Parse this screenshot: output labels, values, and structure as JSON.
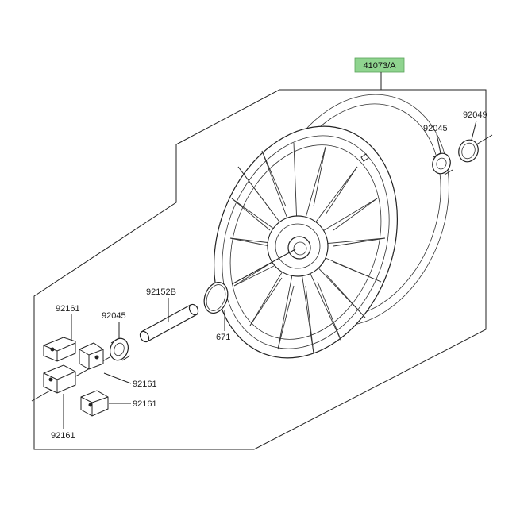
{
  "diagram": {
    "reference_tag": {
      "text": "41073/A",
      "color": "#8fd48f"
    },
    "parts": [
      {
        "id": "p92049",
        "label": "92049"
      },
      {
        "id": "p92045a",
        "label": "92045"
      },
      {
        "id": "p92152b",
        "label": "92152B"
      },
      {
        "id": "p92045b",
        "label": "92045"
      },
      {
        "id": "p671",
        "label": "671"
      },
      {
        "id": "p92161a",
        "label": "92161"
      },
      {
        "id": "p92161b",
        "label": "92161"
      },
      {
        "id": "p92161c",
        "label": "92161"
      },
      {
        "id": "p92161d",
        "label": "92161"
      }
    ]
  }
}
